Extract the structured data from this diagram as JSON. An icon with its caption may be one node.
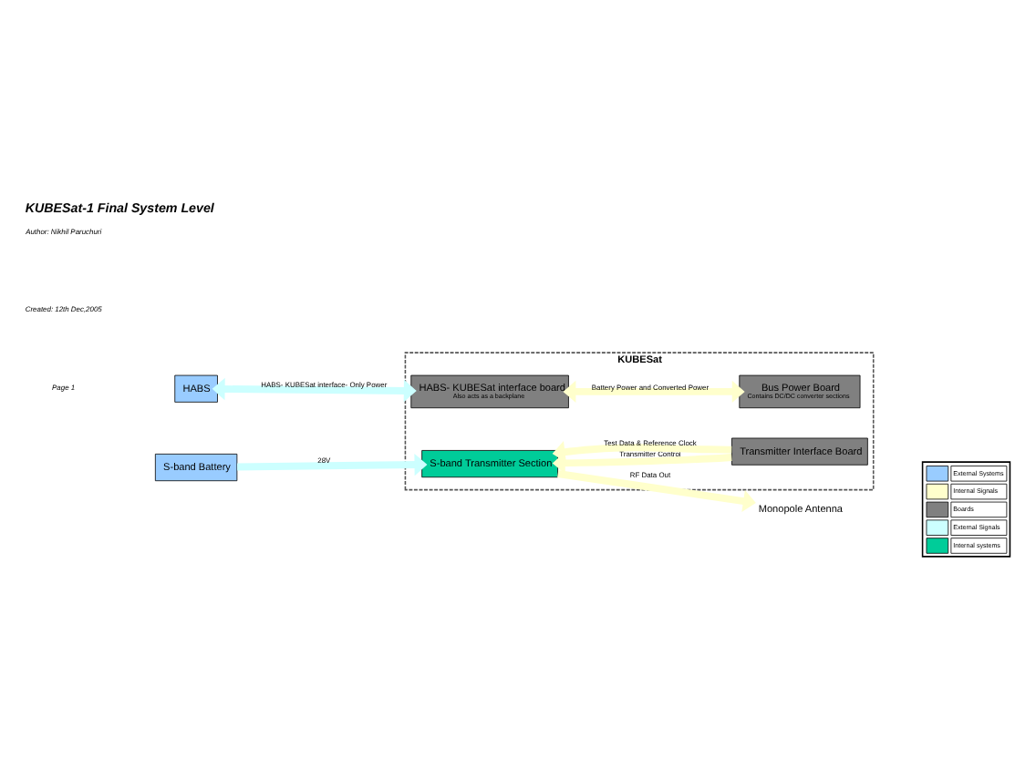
{
  "diagram": {
    "title": "KUBESat-1 Final System Level",
    "nodes": [
      {
        "text": [
          "KUBESat"
        ]
      },
      {
        "text": [
          "HABS"
        ]
      },
      {
        "text": [
          "HABS- KUBESat interface board",
          "Also acts as a backplane"
        ],
        "in": 0
      },
      {
        "text": [
          "Bus Power Board",
          "Contains DC/DC converter sections"
        ],
        "in": 0
      },
      {
        "text": [
          "S-band Battery"
        ]
      },
      {
        "text": [
          "S-band Transmitter Section"
        ],
        "in": 0
      },
      {
        "text": [
          "Transmitter Interface Board"
        ],
        "in": 0
      },
      {
        "text": [
          "Monopole Antenna"
        ]
      }
    ],
    "edges": [
      {
        "from": 1,
        "to": 2,
        "arrow": "both",
        "label": "HABS- KUBESat interface- Only Power",
        "color": "#ccffff"
      },
      {
        "from": 2,
        "to": 3,
        "arrow": "both",
        "label": "Battery Power and Converted Power",
        "color": "#ffffcc"
      },
      {
        "from": 4,
        "to": 5,
        "arrow": "to",
        "label": "28V",
        "color": "#ccffff"
      },
      {
        "from": 6,
        "to": 5,
        "arrow": "to",
        "label": "Transmitter Control",
        "color": "#ffffcc"
      },
      {
        "from": 6,
        "to": 5,
        "arrow": "to",
        "label": "Test Data & Reference Clock",
        "color": "#ffffcc"
      },
      {
        "from": 5,
        "to": 7,
        "arrow": "to",
        "label": "RF Data Out",
        "color": "#ffffcc"
      }
    ],
    "labels": [
      "Author: Nikhil Paruchuri",
      "Created: 12th Dec,2005",
      "Page 1"
    ],
    "legend": [
      {
        "text": "External Systems",
        "color": "#99ccff"
      },
      {
        "text": "Internal Signals",
        "color": "#ffffcc"
      },
      {
        "text": "Boards",
        "color": "#808080"
      },
      {
        "text": "External Signals",
        "color": "#ccffff"
      },
      {
        "text": "Internal systems",
        "color": "#00cc99"
      }
    ]
  }
}
